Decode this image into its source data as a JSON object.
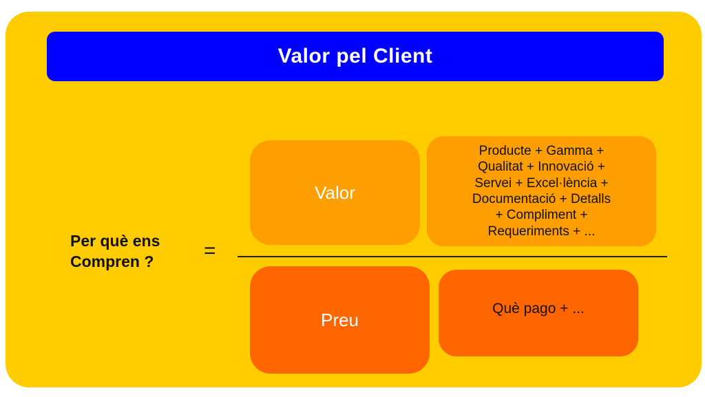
{
  "header": {
    "title": "Valor pel Client"
  },
  "equation": {
    "question_lines": [
      "Per què ens",
      "Compren ?"
    ],
    "equals_sign": "="
  },
  "numerator": {
    "label": "Valor",
    "detail_lines": [
      "Producte + Gamma +",
      "Qualitat + Innovació +",
      "Servei + Excel·lència +",
      "Documentació + Detalls",
      "+ Compliment +",
      "Requeriments + ..."
    ]
  },
  "denominator": {
    "label": "Preu",
    "detail": "Què pago + ..."
  },
  "colors": {
    "background": "#FFCC00",
    "header": "#0000FF",
    "valor": "#FF9E00",
    "preu": "#FF6600"
  }
}
